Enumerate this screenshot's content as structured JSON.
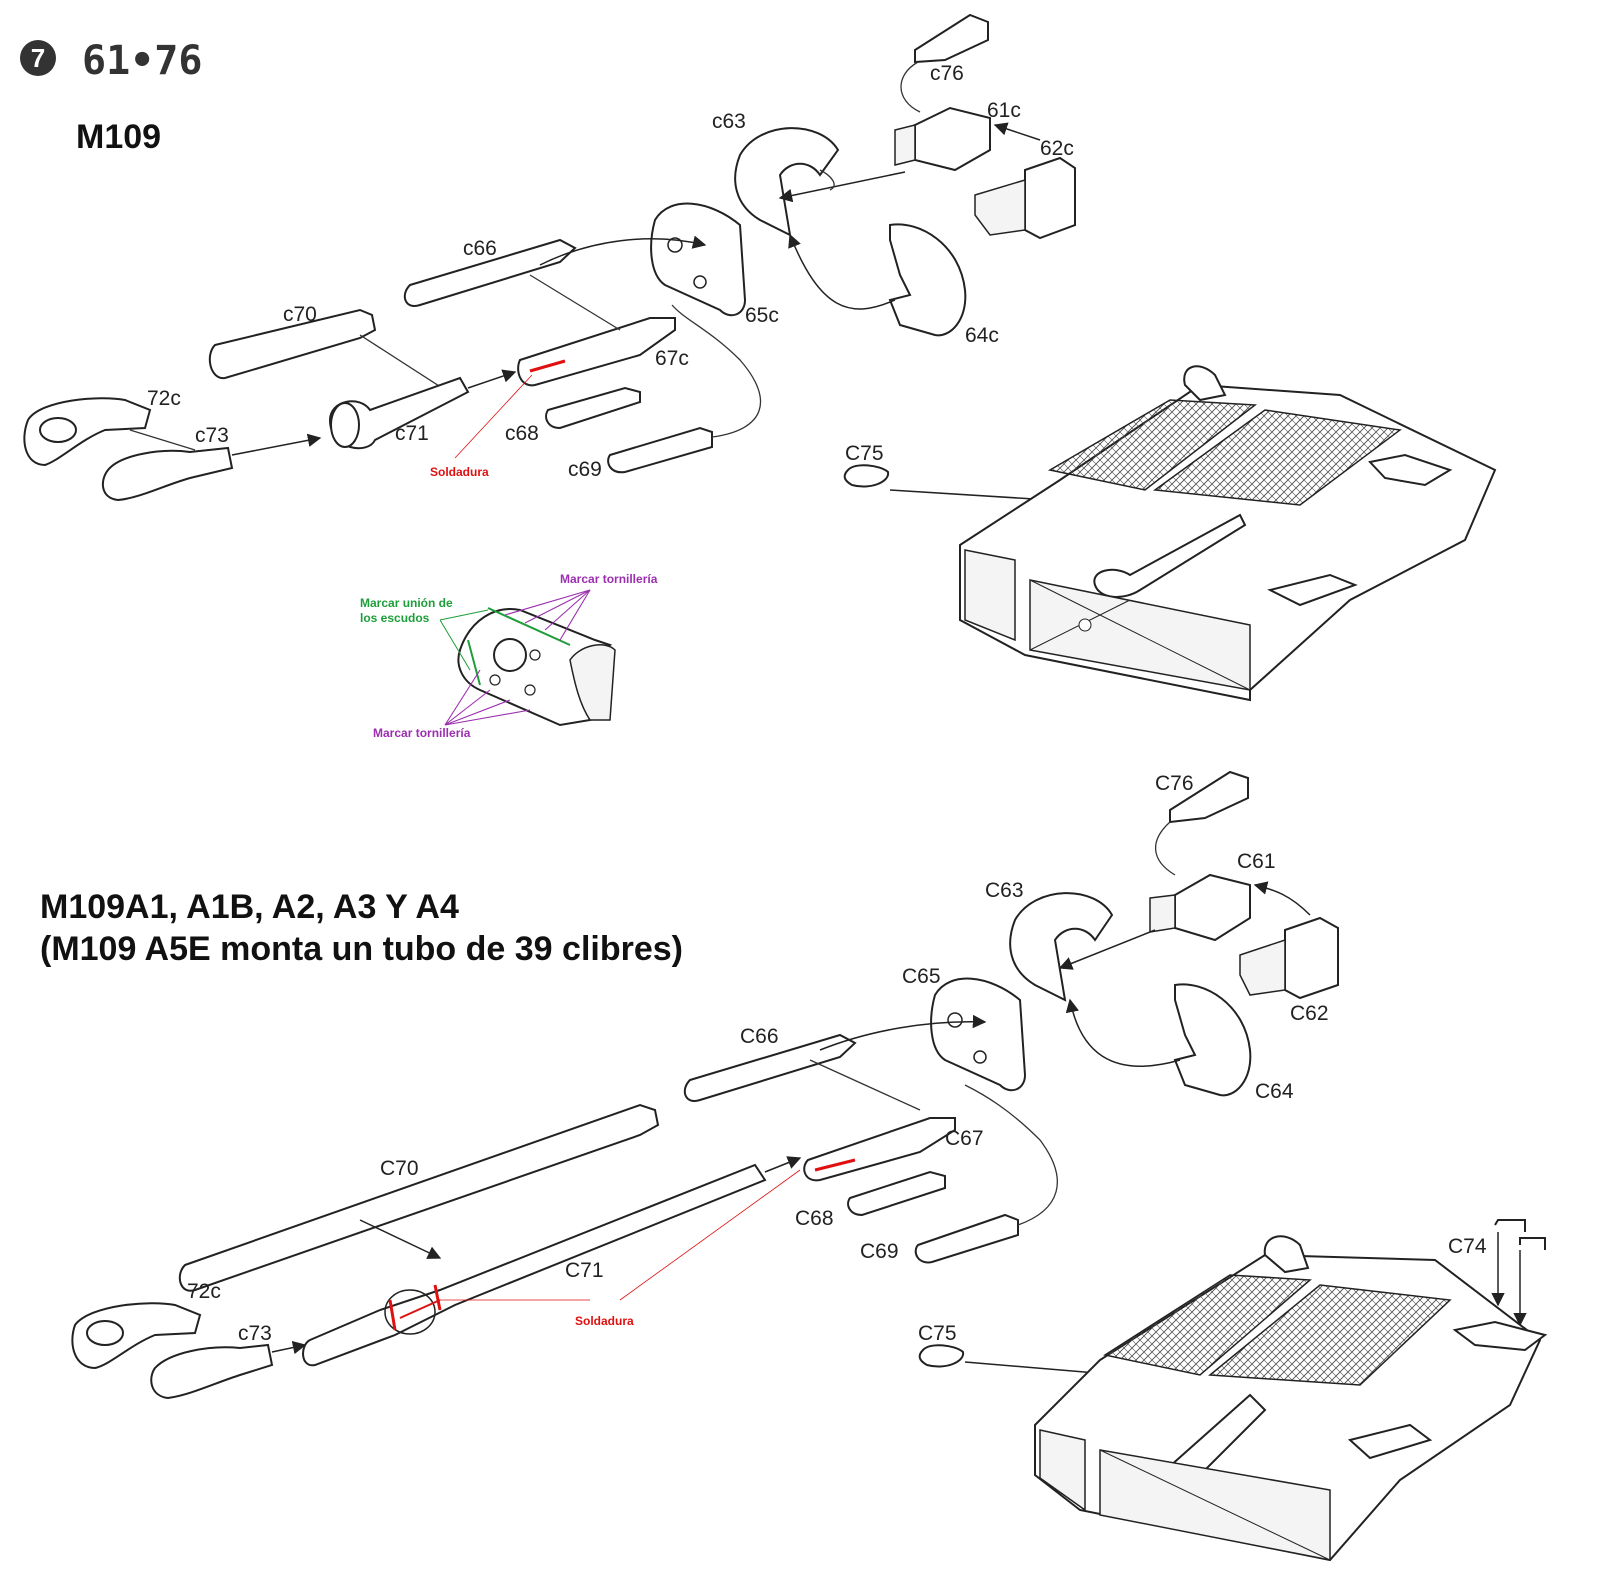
{
  "header": {
    "step_number": "7",
    "step_range": "61•76"
  },
  "sections": {
    "m109": {
      "title": "M109",
      "labels": {
        "c76": "c76",
        "c61": "61c",
        "c62": "62c",
        "c63": "c63",
        "c66": "c66",
        "c65": "65c",
        "c64": "64c",
        "c70": "c70",
        "c67": "67c",
        "c72": "72c",
        "c73": "c73",
        "c71": "c71",
        "c68": "c68",
        "c69": "c69",
        "c75": "C75"
      },
      "note_weld": "Soldadura"
    },
    "detail": {
      "note_join_line1": "Marcar unión de",
      "note_join_line2": "los escudos",
      "note_bolts_top": "Marcar tornillería",
      "note_bolts_bottom": "Marcar tornillería"
    },
    "m109a": {
      "title_line1": "M109A1, A1B, A2, A3 Y A4",
      "title_line2": "(M109 A5E monta un tubo de 39 clibres)",
      "labels": {
        "c76": "C76",
        "c61": "C61",
        "c63": "C63",
        "c65": "C65",
        "c62": "C62",
        "c66": "C66",
        "c64": "C64",
        "c67": "C67",
        "c70": "C70",
        "c68": "C68",
        "c71": "C71",
        "c69": "C69",
        "c72": "72c",
        "c73": "c73",
        "c74": "C74",
        "c75": "C75"
      },
      "note_weld": "Soldadura"
    }
  },
  "colors": {
    "weld": "#e01010",
    "join": "#1e9e3a",
    "bolts": "#9b2fb0",
    "ink": "#222222"
  }
}
